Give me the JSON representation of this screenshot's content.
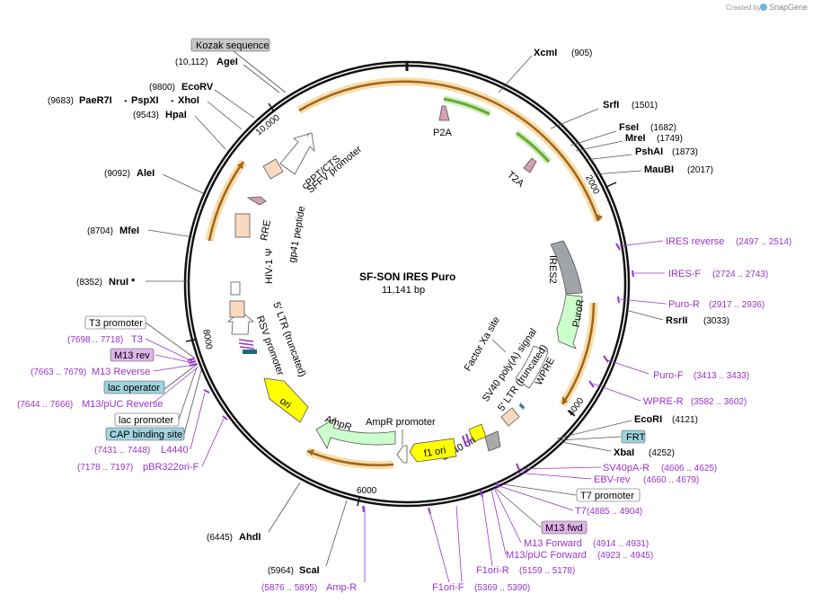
{
  "credit": {
    "prefix": "Created by",
    "brand": "SnapGene"
  },
  "plasmid": {
    "name": "SF-SON IRES Puro",
    "size": "11,141 bp"
  },
  "ticks": [
    "2000",
    "4000",
    "6000",
    "8000",
    "10,000"
  ],
  "sites": [
    {
      "name": "XcmI",
      "pos": "(905)"
    },
    {
      "name": "SrfI",
      "pos": "(1501)"
    },
    {
      "name": "FseI",
      "pos": "(1682)"
    },
    {
      "name": "MreI",
      "pos": "(1749)"
    },
    {
      "name": "PshAI",
      "pos": "(1873)"
    },
    {
      "name": "MauBI",
      "pos": "(2017)"
    },
    {
      "name": "RsrII",
      "pos": "(3033)"
    },
    {
      "name": "EcoRI",
      "pos": "(4121)"
    },
    {
      "name": "XbaI",
      "pos": "(4252)"
    },
    {
      "name": "AhdI",
      "pos": "(6445)"
    },
    {
      "name": "ScaI",
      "pos": "(5964)"
    },
    {
      "name": "NruI *",
      "pos": "(8352)"
    },
    {
      "name": "MfeI",
      "pos": "(8704)"
    },
    {
      "name": "AleI",
      "pos": "(9092)"
    },
    {
      "name": "HpaI",
      "pos": "(9543)"
    },
    {
      "name": "EcoRV",
      "pos": "(9800)"
    },
    {
      "name": "AgeI",
      "pos": "(10,112)"
    },
    {
      "name": "PaeR7I",
      "pos": "(9683)"
    },
    {
      "name": "PspXI",
      "pos": ""
    },
    {
      "name": "XhoI",
      "pos": ""
    }
  ],
  "primers": [
    {
      "name": "IRES reverse",
      "pos": "(2497 .. 2514)"
    },
    {
      "name": "IRES-F",
      "pos": "(2724 .. 2743)"
    },
    {
      "name": "Puro-R",
      "pos": "(2917 .. 2936)"
    },
    {
      "name": "Puro-F",
      "pos": "(3413 .. 3433)"
    },
    {
      "name": "WPRE-R",
      "pos": "(3582 .. 3602)"
    },
    {
      "name": "SV40pA-R",
      "pos": "(4606 .. 4625)"
    },
    {
      "name": "EBV-rev",
      "pos": "(4660 .. 4679)"
    },
    {
      "name": "T7",
      "pos": "(4885 .. 4904)"
    },
    {
      "name": "M13 Forward",
      "pos": "(4914 .. 4931)"
    },
    {
      "name": "M13/pUC Forward",
      "pos": "(4923 .. 4945)"
    },
    {
      "name": "F1ori-R",
      "pos": "(5159 .. 5178)"
    },
    {
      "name": "F1ori-F",
      "pos": "(5369 .. 5390)"
    },
    {
      "name": "Amp-R",
      "pos": "(5876 .. 5895)"
    },
    {
      "name": "T3",
      "pos": "(7698 .. 7718)"
    },
    {
      "name": "M13 Reverse",
      "pos": "(7663 .. 7679)"
    },
    {
      "name": "M13/pUC Reverse",
      "pos": "(7644 .. 7666)"
    },
    {
      "name": "L4440",
      "pos": "(7431 .. 7448)"
    },
    {
      "name": "pBR322ori-F",
      "pos": "(7178 .. 7197)"
    }
  ],
  "boxes": [
    "Kozak sequence",
    "T3 promoter",
    "M13 rev",
    "lac operator",
    "lac promoter",
    "CAP binding site",
    "FRT",
    "T7 promoter",
    "M13 fwd"
  ],
  "features": [
    "P2A",
    "T2A",
    "IRES2",
    "PuroR",
    "WPRE",
    "5′ LTR (truncated)",
    "SV40 poly(A) signal",
    "Factor Xa site",
    "SV40 ori",
    "f1 ori",
    "AmpR promoter",
    "AmpR",
    "ori",
    "RSV promoter",
    "5′ LTR (truncated)",
    "HIV-1 Ψ",
    "RRE",
    "gp41 peptide",
    "cPPT/CTS",
    "SFFV promoter"
  ],
  "colors": {
    "backbone": "#111111",
    "orf": "#f0b860",
    "orf_arrow": "#a0651a",
    "green": "#66aa33",
    "primer": "#9933cc",
    "puro": "#ccffcc",
    "ampr": "#ccffcc",
    "ori": "#ffff00",
    "ires": "#a0a4a8",
    "box_gray": "#c8c8c8",
    "box_teal": "#9fd3df",
    "box_purple": "#e0b3ea"
  }
}
